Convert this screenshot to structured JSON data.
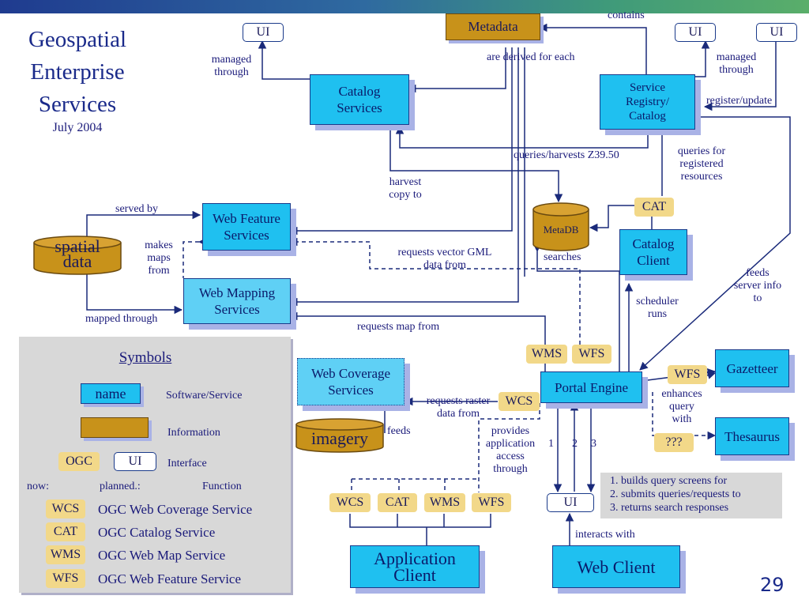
{
  "slide": {
    "title_lines": [
      "Geospatial",
      "Enterprise",
      "Services"
    ],
    "date": "July 2004",
    "page_number": "29"
  },
  "nodes": {
    "metadata": "Metadata",
    "catalog_services": [
      "Catalog",
      "Services"
    ],
    "service_registry": [
      "Service",
      "Registry/",
      "Catalog"
    ],
    "web_feature_services": [
      "Web Feature",
      "Services"
    ],
    "web_mapping_services": [
      "Web Mapping",
      "Services"
    ],
    "web_coverage_services": [
      "Web Coverage",
      "Services"
    ],
    "catalog_client": [
      "Catalog",
      "Client"
    ],
    "portal_engine": "Portal Engine",
    "gazetteer": "Gazetteer",
    "thesaurus": "Thesaurus",
    "application_client": [
      "Application",
      "Client"
    ],
    "web_client": "Web Client",
    "spatial_data": [
      "spatial",
      "data"
    ],
    "metadb": "MetaDB",
    "imagery": "imagery"
  },
  "interfaces": {
    "ui": "UI",
    "cat": "CAT",
    "wms": "WMS",
    "wfs": "WFS",
    "wcs": "WCS",
    "unknown": "???"
  },
  "labels": {
    "contains": "contains",
    "managed_through_left": [
      "managed",
      "through"
    ],
    "managed_through_right": [
      "managed",
      "through"
    ],
    "derived_for_each": "are derived for each",
    "register_update": "register/update",
    "queries_harvests": "queries/harvests Z39.50",
    "queries_registered": [
      "queries for",
      "registered",
      "resources"
    ],
    "harvest_copy": [
      "harvest",
      "copy to"
    ],
    "served_by": "served by",
    "makes_maps_from": [
      "makes",
      "maps",
      "from"
    ],
    "requests_vector": [
      "requests vector GML",
      "data from"
    ],
    "searches": "searches",
    "feeds_server_info": [
      "feeds",
      "server info",
      "to"
    ],
    "scheduler_runs": [
      "scheduler",
      "runs"
    ],
    "mapped_through": "mapped through",
    "requests_map_from": "requests map from",
    "requests_raster": [
      "requests raster",
      "data from"
    ],
    "enhances_query": [
      "enhances",
      "query",
      "with"
    ],
    "feeds": "feeds",
    "provides_access": [
      "provides",
      "application",
      "access",
      "through"
    ],
    "num1": "1",
    "num2": "2",
    "num3": "3",
    "interacts_with": "interacts with"
  },
  "steps": [
    "1. builds query screens for",
    "2. submits queries/requests to",
    "3. returns search responses"
  ],
  "legend": {
    "title": "Symbols",
    "name_sample": "name",
    "software_service": "Software/Service",
    "information": "Information",
    "ogc_sample": "OGC",
    "ui_sample": "UI",
    "interface": "Interface",
    "now": "now:",
    "planned": "planned.:",
    "function": "Function",
    "entries": [
      {
        "code": "WCS",
        "desc": "OGC Web Coverage Service"
      },
      {
        "code": "CAT",
        "desc": "OGC Catalog Service"
      },
      {
        "code": "WMS",
        "desc": "OGC Web Map Service"
      },
      {
        "code": "WFS",
        "desc": "OGC Web Feature Service"
      }
    ]
  },
  "colors": {
    "service": "#1fc0f0",
    "information": "#c8921a",
    "ogc_interface": "#f2d889",
    "line": "#1a2a7a",
    "legend_bg": "#d8d8d8"
  }
}
